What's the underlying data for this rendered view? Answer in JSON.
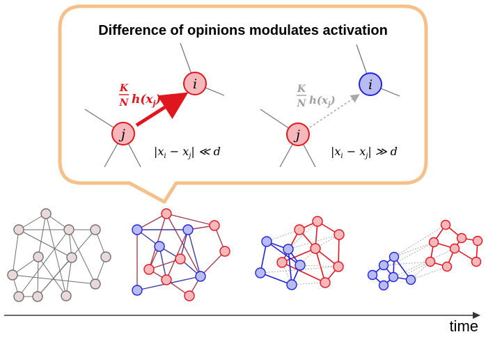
{
  "bubble": {
    "title": "Difference of opinions modulates activation",
    "left_panel": {
      "node_i_label": "i",
      "node_j_label": "j",
      "coupling_numerator": "K",
      "coupling_denominator": "N",
      "coupling_function": "h(x",
      "coupling_subscript": "j",
      "coupling_close": ")",
      "condition": "|x",
      "condition_sub_i": "i",
      "condition_minus": " − x",
      "condition_sub_j": "j",
      "condition_rest": "| ≪ d",
      "link_style": "active",
      "colors": {
        "node_fill": "#f6b8bb",
        "node_stroke": "#e0161e",
        "link": "#e0161e"
      }
    },
    "right_panel": {
      "node_i_label": "i",
      "node_j_label": "j",
      "coupling_numerator": "K",
      "coupling_denominator": "N",
      "coupling_function": "h(x",
      "coupling_subscript": "j",
      "coupling_close": ")",
      "condition": "|x",
      "condition_sub_i": "i",
      "condition_minus": " − x",
      "condition_sub_j": "j",
      "condition_rest": "| ≫ d",
      "link_style": "inactive",
      "colors": {
        "node_i_fill": "#b8bcf2",
        "node_i_stroke": "#1f23d8",
        "node_j_fill": "#f6b8bb",
        "node_j_stroke": "#e0161e",
        "link": "#aaaaaa",
        "label": "#a0a0a0"
      }
    },
    "border_color": "#f5c08a"
  },
  "timeline": {
    "axis_label": "time",
    "stages": [
      {
        "name": "stage-1-neutral",
        "description_colors": [
          "#e8d8d8",
          "#707070"
        ]
      },
      {
        "name": "stage-2-mixing",
        "description_colors": [
          "#b8bcf2",
          "#f6b8bb"
        ]
      },
      {
        "name": "stage-3-separating",
        "description_colors": [
          "#1f23d8",
          "#e0161e"
        ]
      },
      {
        "name": "stage-4-polarized",
        "description_colors": [
          "#1f23d8",
          "#e0161e"
        ]
      }
    ]
  },
  "colors": {
    "red": "#e0161e",
    "red_fill": "#f6b8bb",
    "blue": "#1f23d8",
    "blue_fill": "#b8bcf2",
    "neutral_fill": "#e8dada",
    "gray_edge": "#707070"
  }
}
